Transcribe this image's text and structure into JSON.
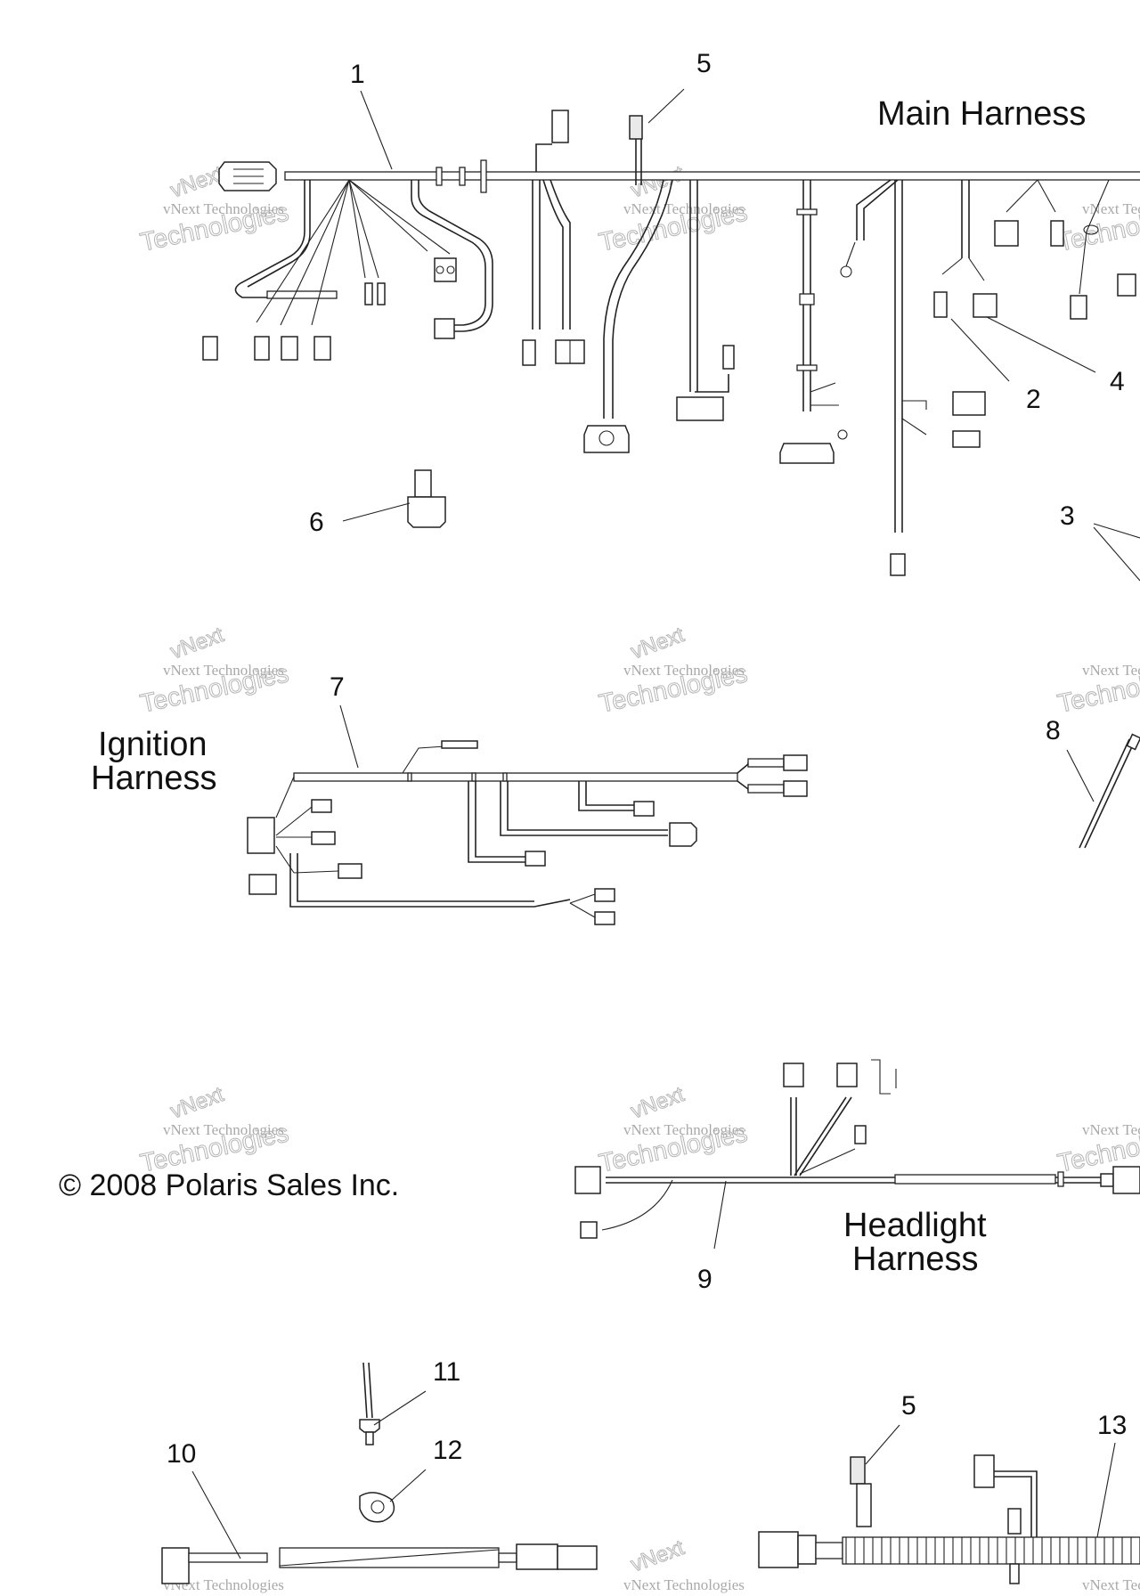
{
  "titles": {
    "main": "Main Harness",
    "ignition_line1": "Ignition",
    "ignition_line2": "Harness",
    "headlight_line1": "Headlight",
    "headlight_line2": "Harness"
  },
  "copyright": "© 2008 Polaris Sales Inc.",
  "callouts": {
    "c1": "1",
    "c2": "2",
    "c3": "3",
    "c4": "4",
    "c5_top": "5",
    "c6": "6",
    "c7": "7",
    "c8": "8",
    "c9": "9",
    "c10": "10",
    "c11": "11",
    "c12": "12",
    "c5_bottom": "5",
    "c13": "13"
  },
  "watermark": {
    "line1": "vNext Technologies",
    "line2": "Technologies",
    "line3": "vNext"
  }
}
